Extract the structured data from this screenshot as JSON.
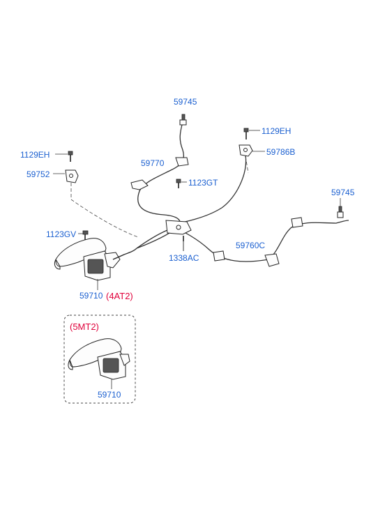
{
  "labels": {
    "p59745_top": "59745",
    "p1129EH_right": "1129EH",
    "p59786B": "59786B",
    "p1129EH_left": "1129EH",
    "p59752": "59752",
    "p59770": "59770",
    "p1123GT": "1123GT",
    "p59745_right": "59745",
    "p1123GV": "1123GV",
    "p59760C": "59760C",
    "p1338AC": "1338AC",
    "p59710_4at": "59710",
    "variant_4at": "(4AT2)",
    "variant_5mt": "(5MT2)",
    "p59710_5mt": "59710"
  },
  "colors": {
    "label_blue": "#1a5fd0",
    "variant_red": "#e0003a",
    "line": "#333333"
  }
}
